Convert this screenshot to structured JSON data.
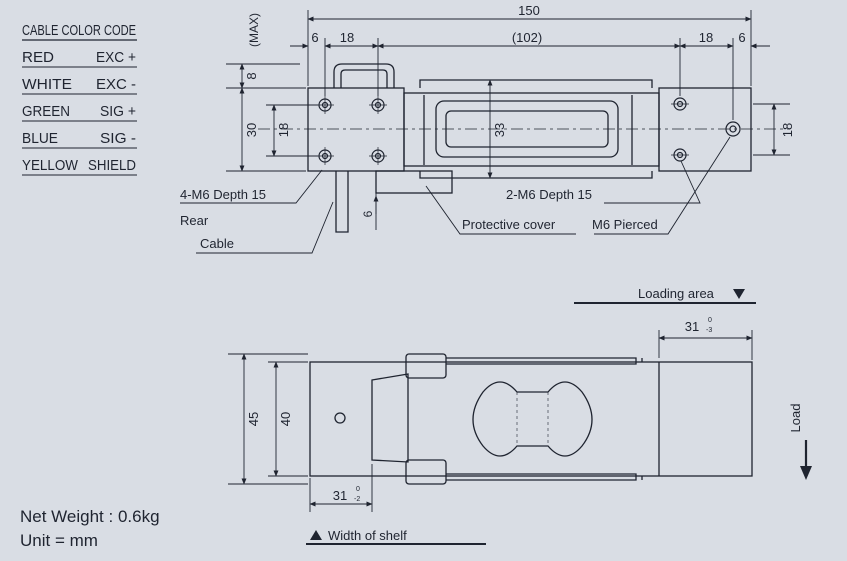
{
  "color_code": {
    "title": "CABLE COLOR CODE",
    "rows": [
      {
        "color": "RED",
        "signal": "EXC +"
      },
      {
        "color": "WHITE",
        "signal": "EXC -"
      },
      {
        "color": "GREEN",
        "signal": "SIG +"
      },
      {
        "color": "BLUE",
        "signal": "SIG -"
      },
      {
        "color": "YELLOW",
        "signal": "SHIELD"
      }
    ]
  },
  "top_view": {
    "dims": {
      "overall_length": "150",
      "center_span": "(102)",
      "left_edge": "6",
      "left_pitch": "18",
      "right_pitch": "18",
      "right_edge": "6",
      "max_label": "(MAX)",
      "cable_height": "8",
      "height": "30",
      "hole_pitch": "18",
      "window_height": "33",
      "right_hole_pitch": "18",
      "cover_offset": "6"
    },
    "callouts": {
      "left_holes": "4-M6 Depth 15",
      "rear": "Rear",
      "cable": "Cable",
      "right_holes": "2-M6 Depth 15",
      "cover": "Protective cover",
      "pierced": "M6 Pierced"
    }
  },
  "side_view": {
    "loading_area": "Loading area",
    "load": "Load",
    "outer_height": "45",
    "inner_height": "40",
    "top_dim": "31",
    "top_tol_upper": "0",
    "top_tol_lower": "-3",
    "bottom_dim": "31",
    "bottom_tol_upper": "0",
    "bottom_tol_lower": "-2",
    "shelf": "Width of shelf"
  },
  "specs": {
    "weight": "Net Weight : 0.6kg",
    "unit": "Unit = mm"
  }
}
